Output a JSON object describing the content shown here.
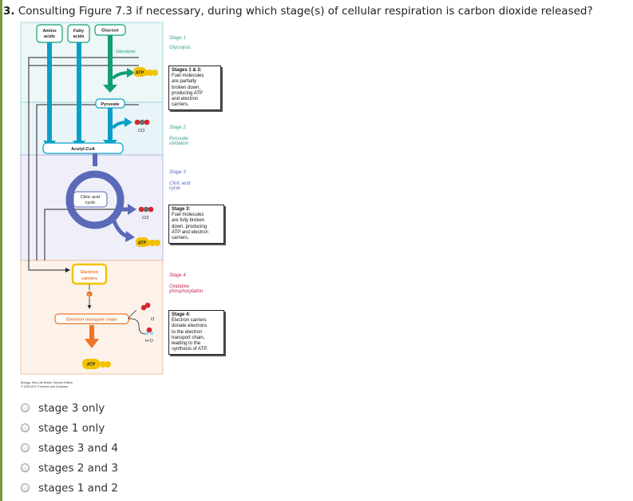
{
  "question": {
    "number": "3.",
    "text": "Consulting Figure 7.3 if necessary, during which stage(s) of cellular respiration is carbon dioxide released?"
  },
  "figure": {
    "inputs": [
      "Amino acids",
      "Fatty acids",
      "Glucose"
    ],
    "inputs_lines": [
      [
        "Amino",
        "acids"
      ],
      [
        "Fatty",
        "acids"
      ],
      [
        "Glucose"
      ]
    ],
    "glycolysis_label": "Glycolysis",
    "pyruvate_label": "Pyruvate",
    "acetyl_coa_label": "Acetyl-CoA",
    "citric_acid_cycle_lines": [
      "Citric acid",
      "cycle"
    ],
    "electron_carriers_lines": [
      "Electron",
      "carriers"
    ],
    "etc_label": "Electron transport chain",
    "atp_label": "ATP",
    "co2_label": "CO",
    "o2_label": "O",
    "h2o_label": "H O",
    "electron_label": "e⁻",
    "stages": [
      {
        "stage": "Stage 1",
        "name_lines": [
          "Glycolysis"
        ]
      },
      {
        "stage": "Stage 2",
        "name_lines": [
          "Pyruvate",
          "oxidation"
        ]
      },
      {
        "stage": "Stage 3",
        "name_lines": [
          "Citric acid",
          "cycle"
        ]
      },
      {
        "stage": "Stage 4",
        "name_lines": [
          "Oxidative",
          "phosphorylation"
        ]
      }
    ],
    "boxes": [
      {
        "heading": "Stages 1 & 2:",
        "lines": [
          "Fuel molecules",
          "are partially",
          "broken down,",
          "producing ATP",
          "and electron",
          "carriers."
        ]
      },
      {
        "heading": "Stage 3:",
        "lines": [
          "Fuel molecules",
          "are fully broken",
          "down, producing",
          "ATP and electron",
          "carriers."
        ]
      },
      {
        "heading": "Stage 4:",
        "lines": [
          "Electron carriers",
          "donate electrons",
          "to the electron",
          "transport chain,",
          "leading to the",
          "synthesis of ATP."
        ]
      }
    ],
    "credit_lines": [
      "Biology: How Life Works, Second Edition",
      "© 2016 W.H. Freeman and Company"
    ]
  },
  "options": [
    {
      "label": "stage 3 only"
    },
    {
      "label": "stage 1 only"
    },
    {
      "label": "stages 3 and 4"
    },
    {
      "label": "stages 2 and 3"
    },
    {
      "label": "stages 1 and 2"
    }
  ],
  "colors": {
    "teal": "#0a9fc6",
    "green": "#129e74",
    "purple": "#5b6ab8",
    "orange": "#ef7424",
    "gold": "#f2c200",
    "stage_label": "#3b9e8f",
    "stage4_label": "#c0294d"
  }
}
